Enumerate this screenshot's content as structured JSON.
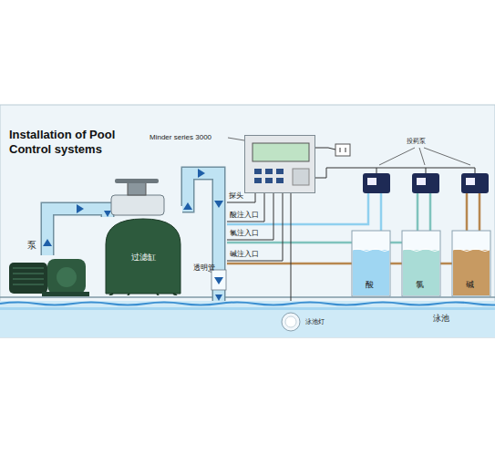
{
  "diagram": {
    "title": "Installation of Pool Control systems",
    "nodes": [
      {
        "text": [
          "Minder series 3000"
        ]
      },
      {
        "text": [
          "泵"
        ]
      },
      {
        "text": [
          "过滤缸"
        ]
      },
      {
        "text": [
          "酸"
        ]
      },
      {
        "text": [
          "氯"
        ]
      },
      {
        "text": [
          "碱"
        ]
      },
      {
        "text": [
          "泳池"
        ]
      },
      {
        "text": [
          "泳池灯"
        ],
        "in": 6
      }
    ],
    "edges": [
      {
        "from": 1,
        "to": 2,
        "arrow": "to"
      },
      {
        "from": 2,
        "to": 6,
        "arrow": "to"
      },
      {
        "from": 0,
        "to": 7,
        "arrow": "none"
      }
    ],
    "labels": [
      "透明管",
      "探头",
      "酸注入口",
      "氯注入口",
      "碱注入口",
      "投药泵"
    ]
  }
}
